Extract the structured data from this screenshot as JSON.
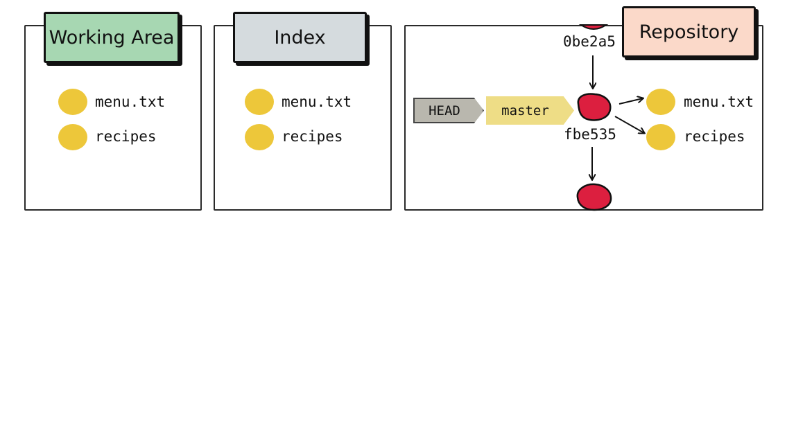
{
  "working_area": {
    "title": "Working Area",
    "files": [
      "menu.txt",
      "recipes"
    ]
  },
  "index": {
    "title": "Index",
    "files": [
      "menu.txt",
      "recipes"
    ]
  },
  "repository": {
    "title": "Repository",
    "head_label": "HEAD",
    "branch_label": "master",
    "parent_commit": "0be2a5",
    "current_commit": "fbe535",
    "files": [
      "menu.txt",
      "recipes"
    ]
  },
  "colors": {
    "working_area_tab": "#a7d7b2",
    "index_tab": "#d5dbde",
    "repository_tab": "#fbd9c9",
    "file_dot": "#edc73a",
    "commit_node": "#dc1f3f",
    "head_tag": "#b9b7ae",
    "branch_tag": "#eedd86"
  }
}
